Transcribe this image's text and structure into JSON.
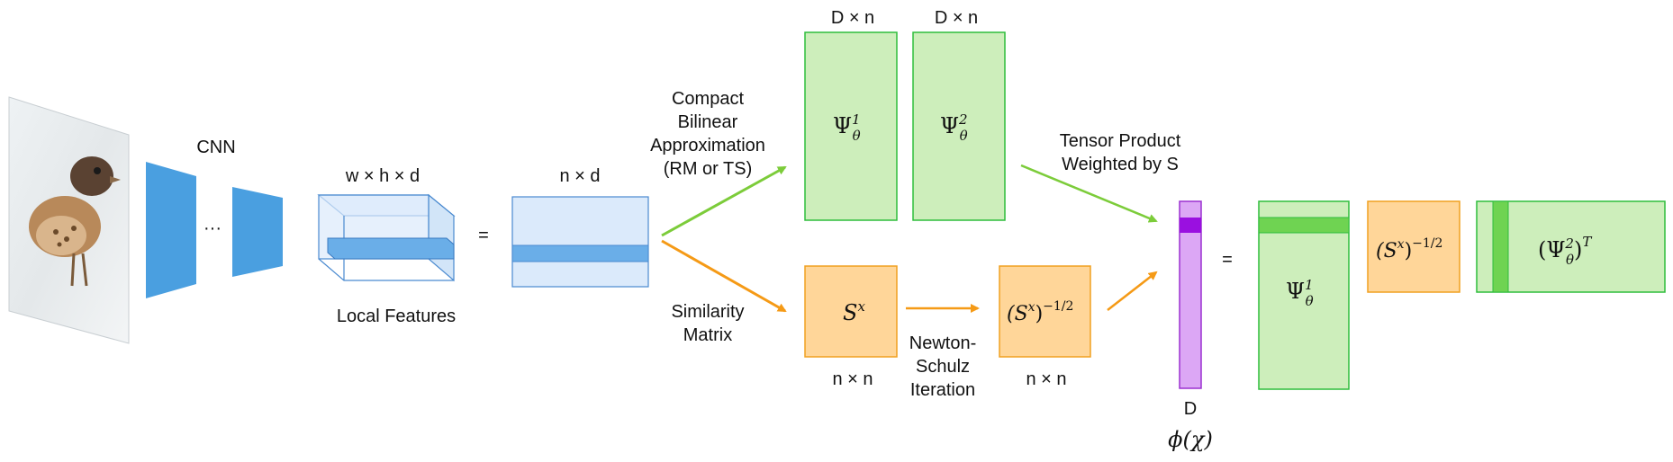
{
  "colors": {
    "cnn_blue": "#4a9fe0",
    "feature_fill": "#dbeafb",
    "feature_stroke": "#4a8ad0",
    "feature_band": "#6aaee8",
    "green_fill": "#cdeebb",
    "green_stroke": "#2ebd3c",
    "green_band": "#6fd352",
    "orange_fill": "#ffd699",
    "orange_stroke": "#f0a020",
    "purple_fill": "#dca7f5",
    "purple_stroke": "#9b30d0",
    "purple_band": "#9a10e0",
    "green_arrow": "#7ccc3a",
    "orange_arrow": "#f59a16"
  },
  "input_image": {
    "icon": "bird-photo"
  },
  "cnn": {
    "label": "CNN",
    "ellipsis": "···"
  },
  "local_features": {
    "dims": "w × h × d",
    "caption": "Local Features"
  },
  "equals": "=",
  "reshaped": {
    "dims": "n × d"
  },
  "upper_branch": {
    "lines": [
      "Compact",
      "Bilinear",
      "Approximation",
      "(RM or TS)"
    ]
  },
  "lower_branch": {
    "lines": [
      "Similarity",
      "Matrix"
    ]
  },
  "psi1": {
    "dims": "D × n",
    "symbol": "Ψ",
    "sub": "θ",
    "sup": "1"
  },
  "psi2": {
    "dims": "D × n",
    "symbol": "Ψ",
    "sub": "θ",
    "sup": "2"
  },
  "sx": {
    "symbol": "S",
    "sup": "x",
    "dims": "n × n"
  },
  "newton": {
    "lines": [
      "Newton-",
      "Schulz",
      "Iteration"
    ]
  },
  "sx_inv": {
    "symbol": "(S",
    "sup_x": "x",
    "close": ")",
    "power": "−1/2",
    "dims": "n × n"
  },
  "tensor": {
    "lines": [
      "Tensor Product",
      "Weighted by S"
    ]
  },
  "phi": {
    "dims": "D",
    "name": "ϕ(χ)"
  },
  "rhs_psi1": {
    "symbol": "Ψ",
    "sub": "θ",
    "sup": "1"
  },
  "rhs_sx_inv": {
    "symbol": "(S",
    "sup_x": "x",
    "close": ")",
    "power": "−1/2"
  },
  "rhs_psi2T": {
    "open": "(",
    "symbol": "Ψ",
    "sub": "θ",
    "sup": "2",
    "close": ")",
    "power": "T"
  }
}
